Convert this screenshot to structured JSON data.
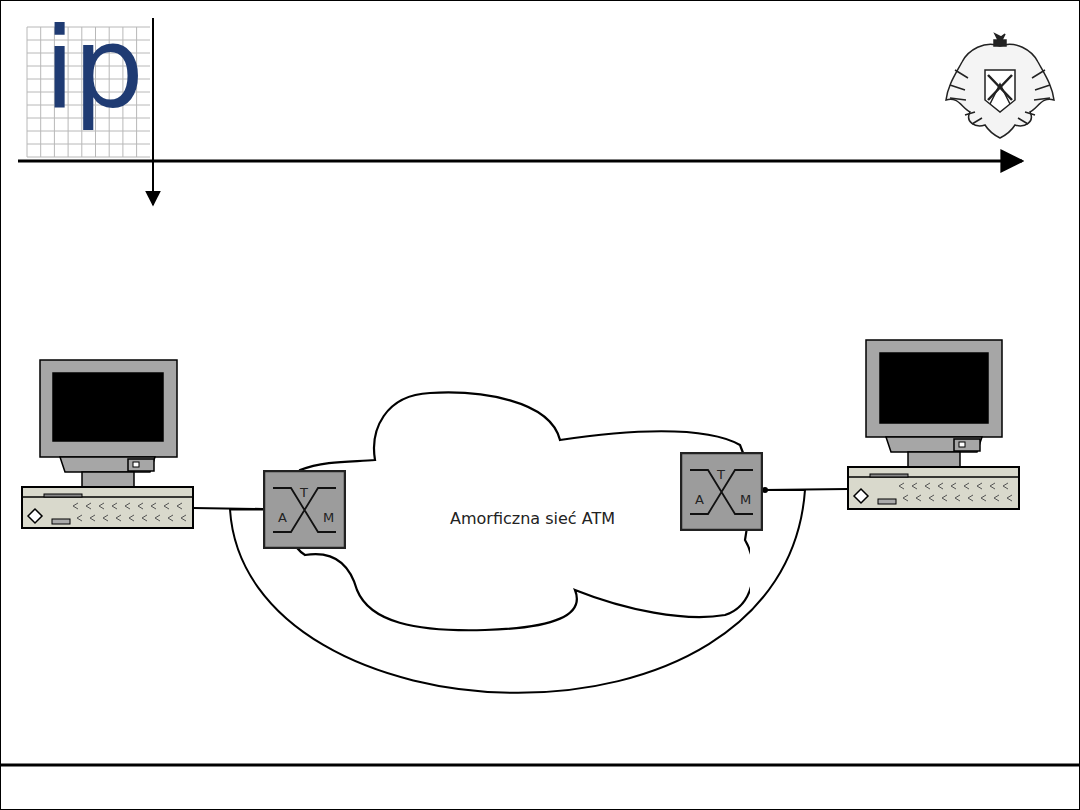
{
  "diagram": {
    "nodes": [
      {
        "text": [
          "T",
          "A",
          "M"
        ]
      },
      {
        "text": [
          "Amorficzna sieć ATM"
        ]
      },
      {
        "text": [
          "T",
          "A",
          "M"
        ]
      }
    ],
    "edges": [
      {
        "from": 0,
        "to": 2,
        "arrow": "none"
      }
    ],
    "labels": [
      "ip"
    ]
  }
}
